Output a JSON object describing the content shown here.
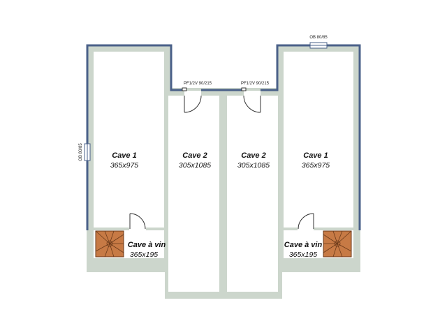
{
  "colors": {
    "wall_grey": "#ccd6cc",
    "wall_exterior": "#4a6088",
    "floor": "#ffffff",
    "stair": "#c77a45",
    "stair_line": "#6b3a1a"
  },
  "rooms": [
    {
      "name": "Cave 1",
      "dims": "365x975"
    },
    {
      "name": "Cave 2",
      "dims": "305x1085"
    },
    {
      "name": "Cave 2",
      "dims": "305x1085"
    },
    {
      "name": "Cave 1",
      "dims": "365x975"
    },
    {
      "name": "Cave à vin",
      "dims": "365x195"
    },
    {
      "name": "Cave à vin",
      "dims": "365x195"
    }
  ],
  "openings": {
    "door_left": "PF1/2V 90/215",
    "door_right": "PF1/2V 90/215",
    "window_top": "OB 80/85",
    "window_left": "OB 80/85"
  }
}
